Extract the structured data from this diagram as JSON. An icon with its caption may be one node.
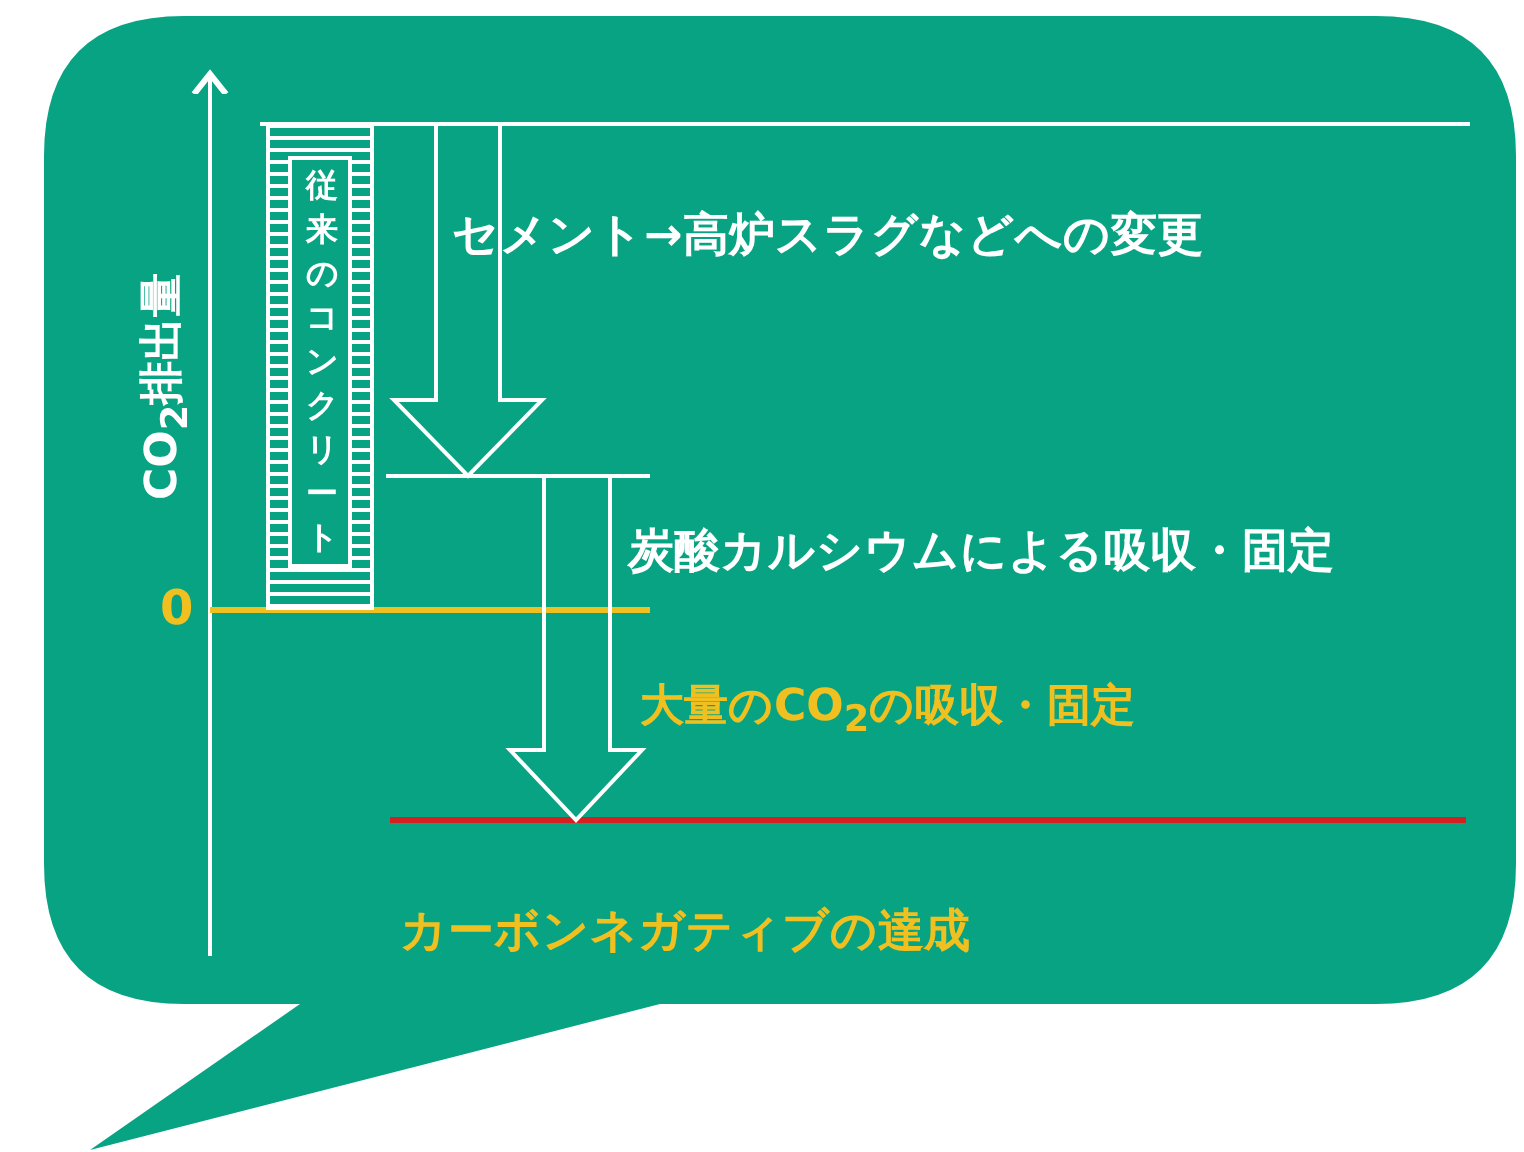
{
  "diagram": {
    "nodes": [
      {
        "text": [
          "従来のコンクリート"
        ]
      }
    ],
    "labels": [
      "CO$_{2}$排出量",
      "0",
      "セメント→高炉スラグなどへの変更",
      "炭酸カルシウムによる吸収・固定",
      "大量のCO$_{2}$の吸収・固定",
      "カーボンネガティブの達成"
    ]
  }
}
